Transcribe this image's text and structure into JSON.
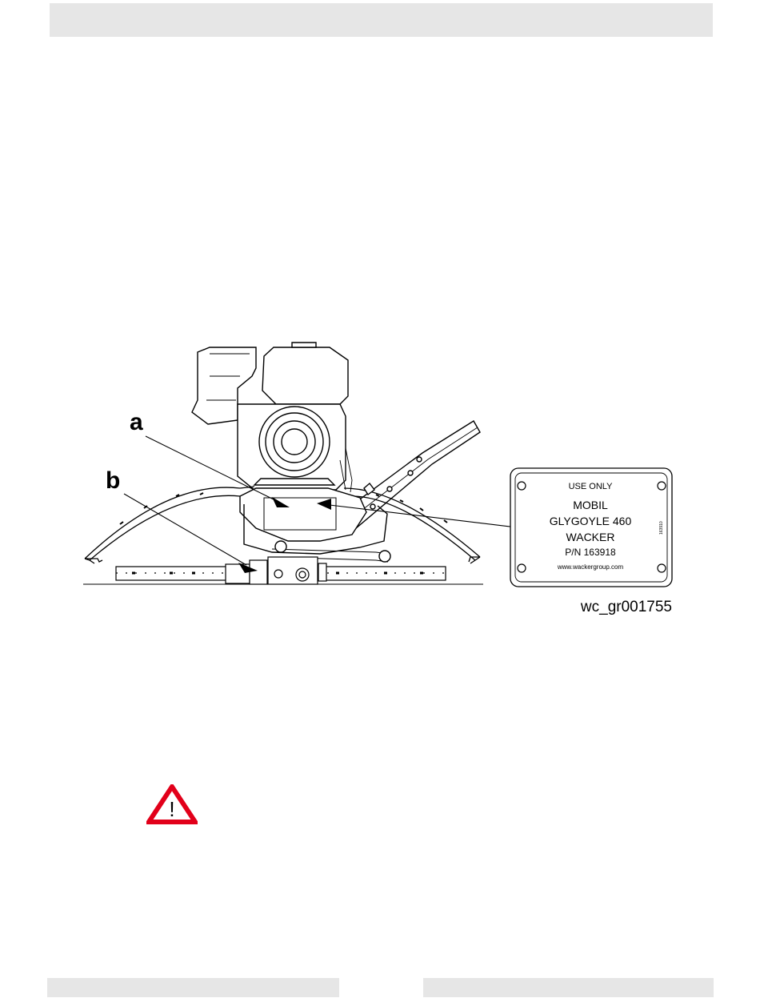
{
  "figure": {
    "callouts": {
      "a": "a",
      "b": "b"
    },
    "decal": {
      "line1": "USE ONLY",
      "line2": "MOBIL",
      "line3": "GLYGOYLE 460",
      "line4": "WACKER",
      "line5": "P/N 163918",
      "line6": "www.wackergroup.com",
      "side_code": "163910"
    },
    "figure_id": "wc_gr001755"
  },
  "warning": {
    "symbol": "!",
    "icon": "warning-triangle-icon",
    "colors": {
      "border": "#e2001a",
      "fill": "#ffffff"
    }
  },
  "colors": {
    "bands": "#e6e6e6"
  }
}
